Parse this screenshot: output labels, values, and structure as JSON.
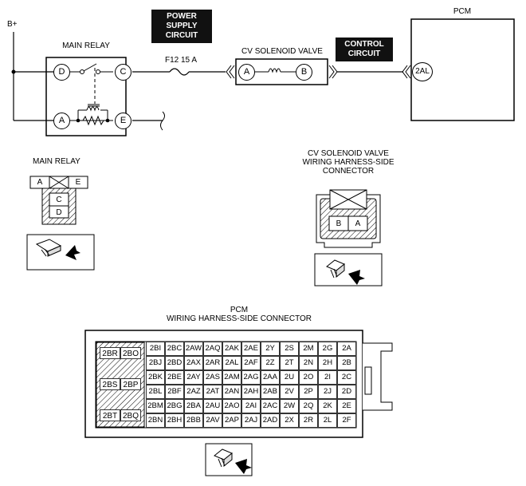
{
  "schematic": {
    "bplus": "B+",
    "main_relay": "MAIN RELAY",
    "relay_pins": [
      "D",
      "C",
      "A",
      "E"
    ],
    "power_supply": [
      "POWER",
      "SUPPLY",
      "CIRCUIT"
    ],
    "fuse": "F12 15 A",
    "cv_valve": "CV SOLENOID VALVE",
    "valve_pins": [
      "A",
      "B"
    ],
    "control": [
      "CONTROL",
      "CIRCUIT"
    ],
    "pcm": "PCM",
    "pcm_pin": "2AL"
  },
  "relay_connector": {
    "title": "MAIN RELAY",
    "pins": [
      "A",
      "E",
      "C",
      "D"
    ]
  },
  "cv_connector": {
    "title": [
      "CV SOLENOID VALVE",
      "WIRING HARNESS-SIDE",
      "CONNECTOR"
    ],
    "pins": [
      "B",
      "A"
    ]
  },
  "pcm_connector": {
    "title": [
      "PCM",
      "WIRING HARNESS-SIDE CONNECTOR"
    ],
    "left_block": [
      [
        "2BR",
        "2BO"
      ],
      [
        "2BS",
        "2BP"
      ],
      [
        "2BT",
        "2BQ"
      ]
    ],
    "rows": [
      [
        "2BI",
        "2BC",
        "2AW",
        "2AQ",
        "2AK",
        "2AE",
        "2Y",
        "2S",
        "2M",
        "2G",
        "2A"
      ],
      [
        "2BJ",
        "2BD",
        "2AX",
        "2AR",
        "2AL",
        "2AF",
        "2Z",
        "2T",
        "2N",
        "2H",
        "2B"
      ],
      [
        "2BK",
        "2BE",
        "2AY",
        "2AS",
        "2AM",
        "2AG",
        "2AA",
        "2U",
        "2O",
        "2I",
        "2C"
      ],
      [
        "2BL",
        "2BF",
        "2AZ",
        "2AT",
        "2AN",
        "2AH",
        "2AB",
        "2V",
        "2P",
        "2J",
        "2D"
      ],
      [
        "2BM",
        "2BG",
        "2BA",
        "2AU",
        "2AO",
        "2AI",
        "2AC",
        "2W",
        "2Q",
        "2K",
        "2E"
      ],
      [
        "2BN",
        "2BH",
        "2BB",
        "2AV",
        "2AP",
        "2AJ",
        "2AD",
        "2X",
        "2R",
        "2L",
        "2F"
      ]
    ]
  }
}
